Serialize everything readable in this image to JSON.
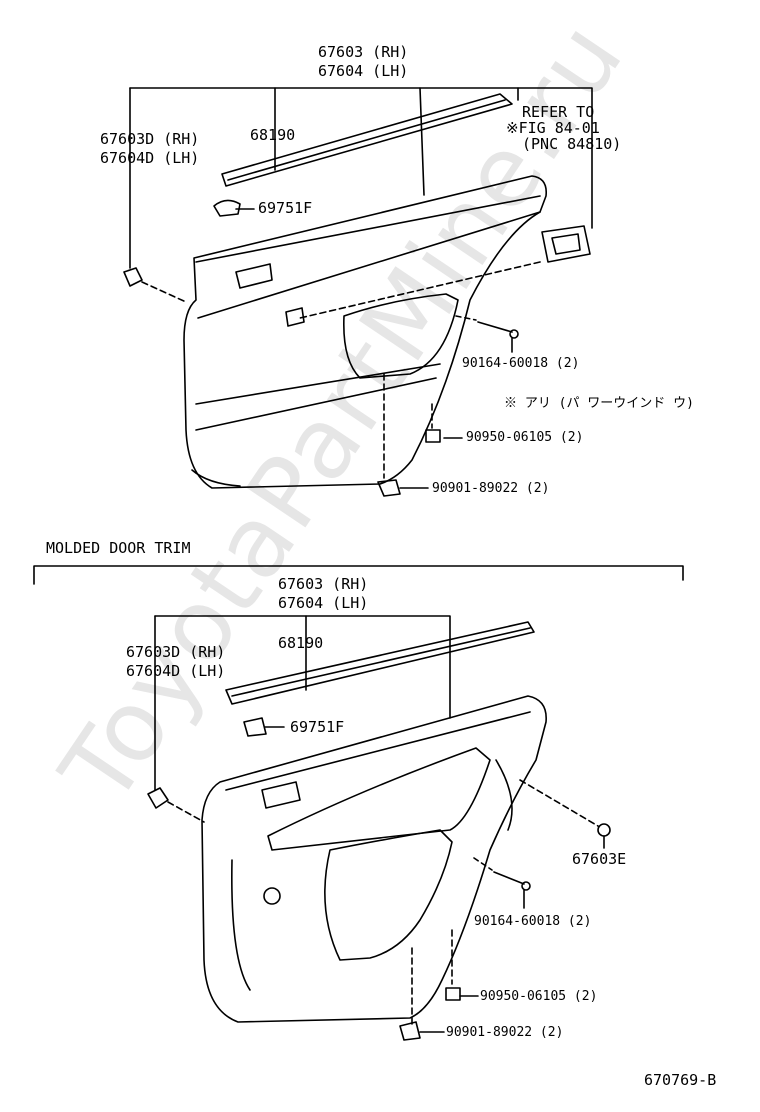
{
  "watermark": "ToyotaPartMine.ru",
  "top_section": {
    "callout_main_rh": "67603 (RH)",
    "callout_main_lh": "67604 (LH)",
    "callout_d_rh": "67603D (RH)",
    "callout_d_lh": "67604D (LH)",
    "callout_weatherstrip": "68190",
    "callout_clip": "69751F",
    "refer_line1": "REFER TO",
    "refer_line2": "※FIG 84-01",
    "refer_line3": "(PNC 84810)",
    "callout_screw": "90164-60018 (2)",
    "note_power_window": "※ アリ (パ ワーウインド ウ)",
    "callout_cap": "90950-06105 (2)",
    "callout_clip_bottom": "90901-89022 (2)"
  },
  "section_heading": "MOLDED DOOR TRIM",
  "bottom_section": {
    "callout_main_rh": "67603 (RH)",
    "callout_main_lh": "67604 (LH)",
    "callout_d_rh": "67603D (RH)",
    "callout_d_lh": "67604D (LH)",
    "callout_weatherstrip": "68190",
    "callout_clip": "69751F",
    "callout_e": "67603E",
    "callout_screw": "90164-60018 (2)",
    "callout_cap": "90950-06105 (2)",
    "callout_clip_bottom": "90901-89022 (2)"
  },
  "figure_id": "670769-B",
  "colors": {
    "line": "#000000",
    "watermark": "#e6e6e6",
    "background": "#ffffff"
  }
}
